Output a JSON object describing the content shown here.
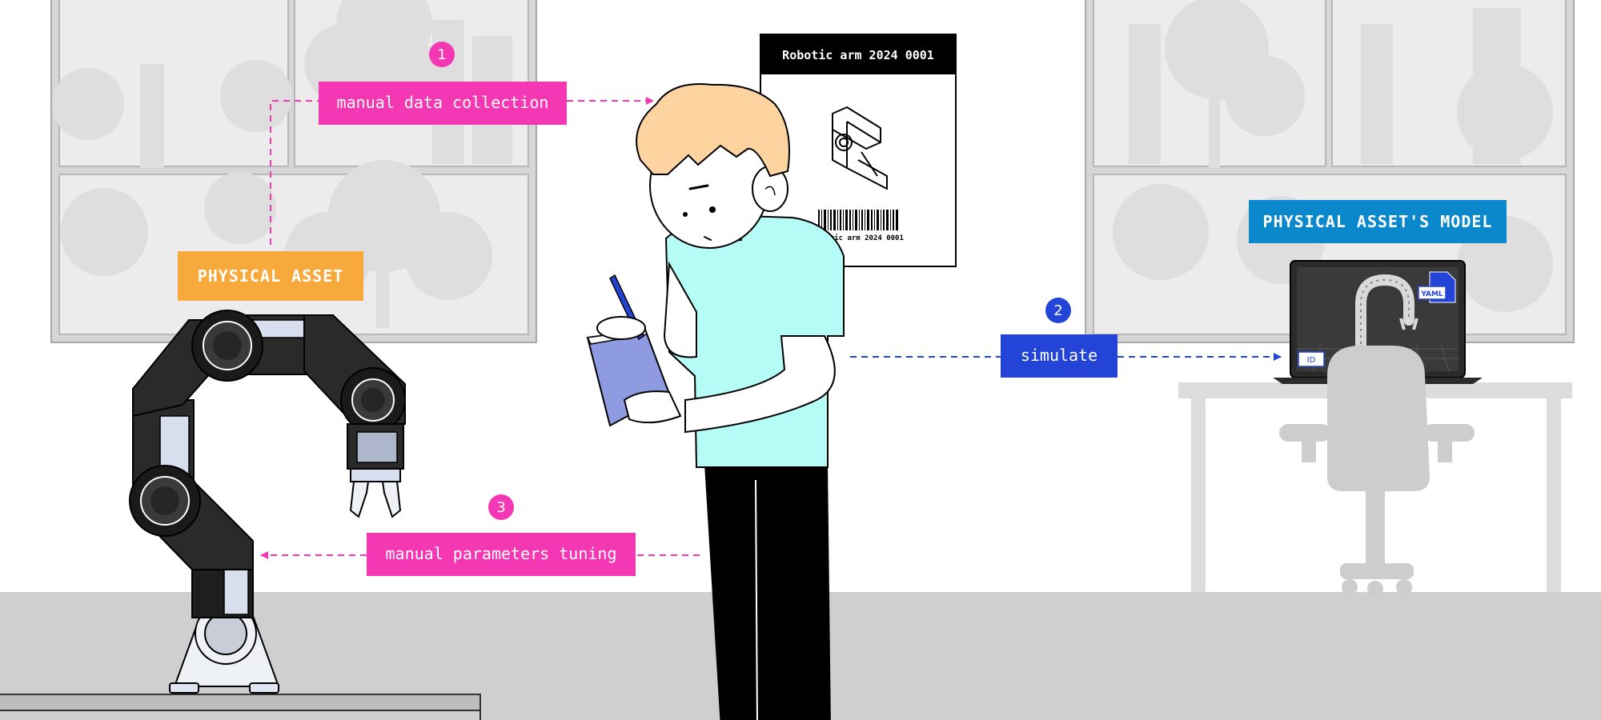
{
  "labels": {
    "physical_asset": "PHYSICAL ASSET",
    "physical_asset_model": "PHYSICAL ASSET'S MODEL",
    "step1": "manual data collection",
    "step2": "simulate",
    "step3": "manual parameters tuning"
  },
  "steps": {
    "n1": "1",
    "n2": "2",
    "n3": "3"
  },
  "poster": {
    "title": "Robotic arm 2024 0001",
    "barcode_caption": "robotic arm 2024 0001"
  },
  "laptop": {
    "yaml_tag": "YAML",
    "id_tag": "ID"
  },
  "colors": {
    "magenta": "#f437b2",
    "orange": "#f7a93b",
    "blue": "#2344d6",
    "cyan": "#0b88cc",
    "shirt": "#b5fcf7",
    "skin": "#fdd4a0",
    "floor": "#cfcfcf",
    "furniture": "#dcdcdc"
  }
}
